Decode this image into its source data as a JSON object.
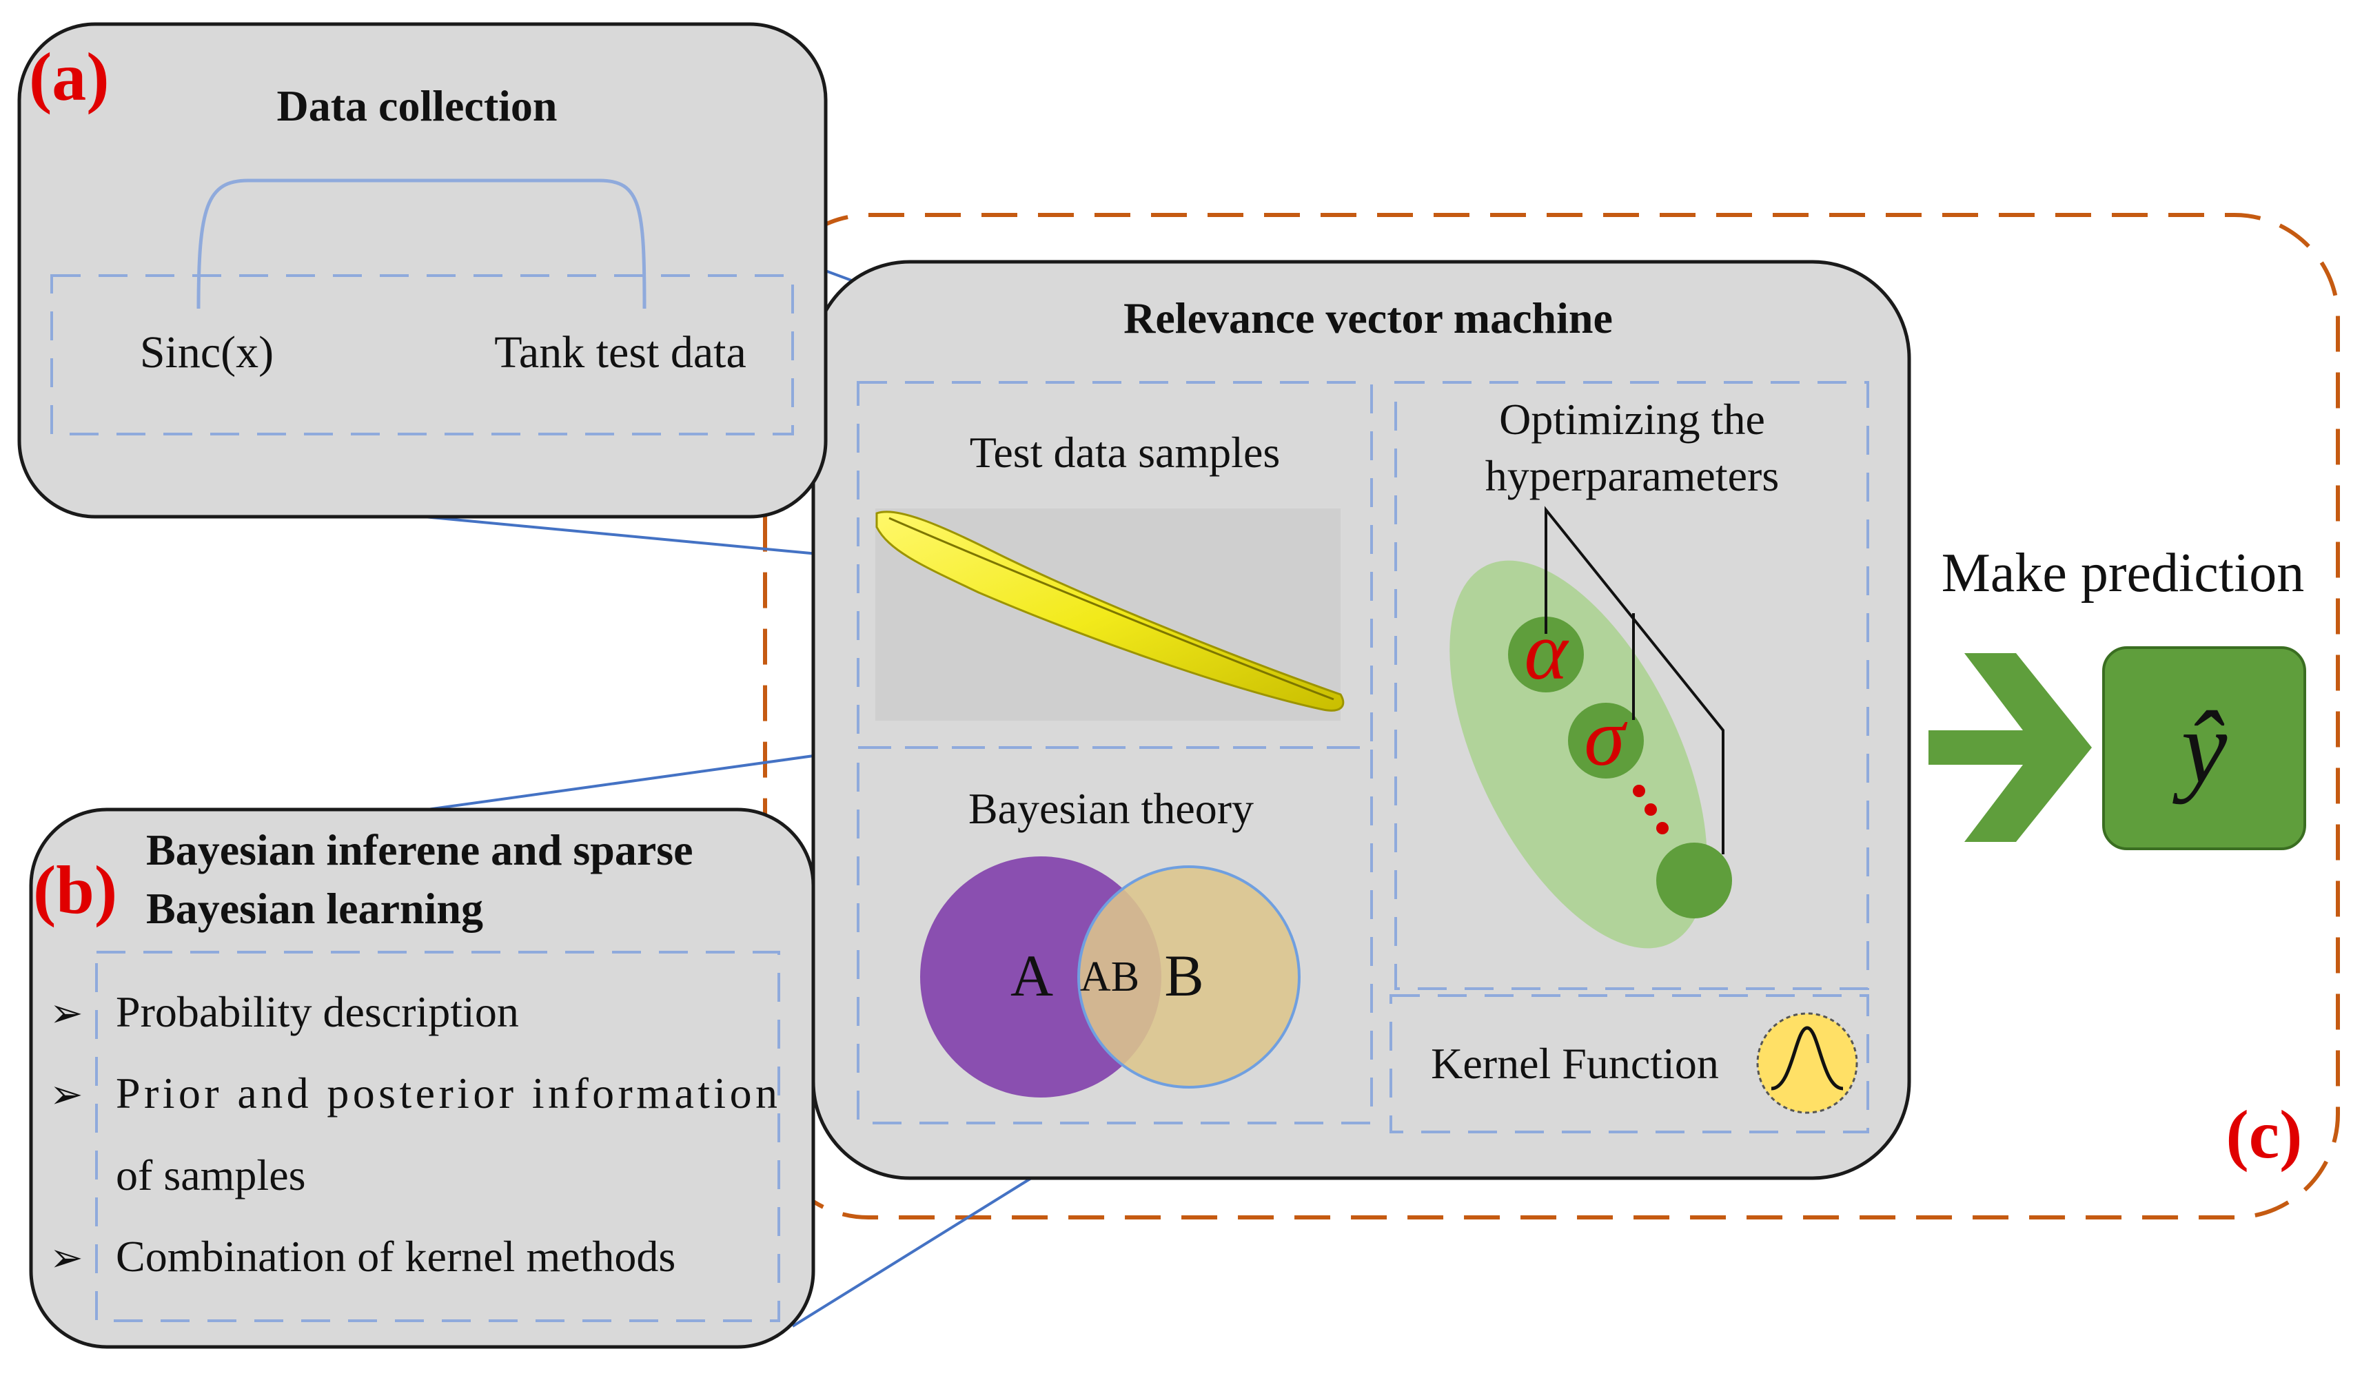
{
  "panel_a": {
    "tag": "(a)",
    "title": "Data collection",
    "items": [
      "Sinc(x)",
      "Tank test data"
    ]
  },
  "panel_b": {
    "tag": "(b)",
    "title_lines": [
      "Bayesian inferene and sparse",
      "Bayesian learning"
    ],
    "bullet_glyph": "➢",
    "bullets": [
      "Probability description",
      "Prior and posterior information",
      "of samples",
      "Combination of kernel methods"
    ]
  },
  "panel_c": {
    "tag": "(c)",
    "action": "Make prediction",
    "output_symbol": "ŷ"
  },
  "rvm": {
    "title": "Relevance vector machine",
    "test_data_label": "Test data samples",
    "bayesian_label": "Bayesian theory",
    "venn": {
      "a": "A",
      "ab": "AB",
      "b": "B"
    },
    "optimizing_lines": [
      "Optimizing the",
      "hyperparameters"
    ],
    "hyperparameters": [
      "α",
      "σ"
    ],
    "kernel_label": "Kernel Function"
  },
  "colors": {
    "panel_fill": "#d9d9d9",
    "panel_stroke": "#1a1a1a",
    "dashed_blue": "#8faadc",
    "connector_blue": "#4472c4",
    "orange_dash": "#c55a11",
    "tag_red": "#e00000",
    "green_dark": "#5f9e3c",
    "green_light": "#a9d18e",
    "venn_purple": "#8a4fb0",
    "venn_tan": "#dcc58c",
    "blade_yellow": "#f2ea1b"
  }
}
